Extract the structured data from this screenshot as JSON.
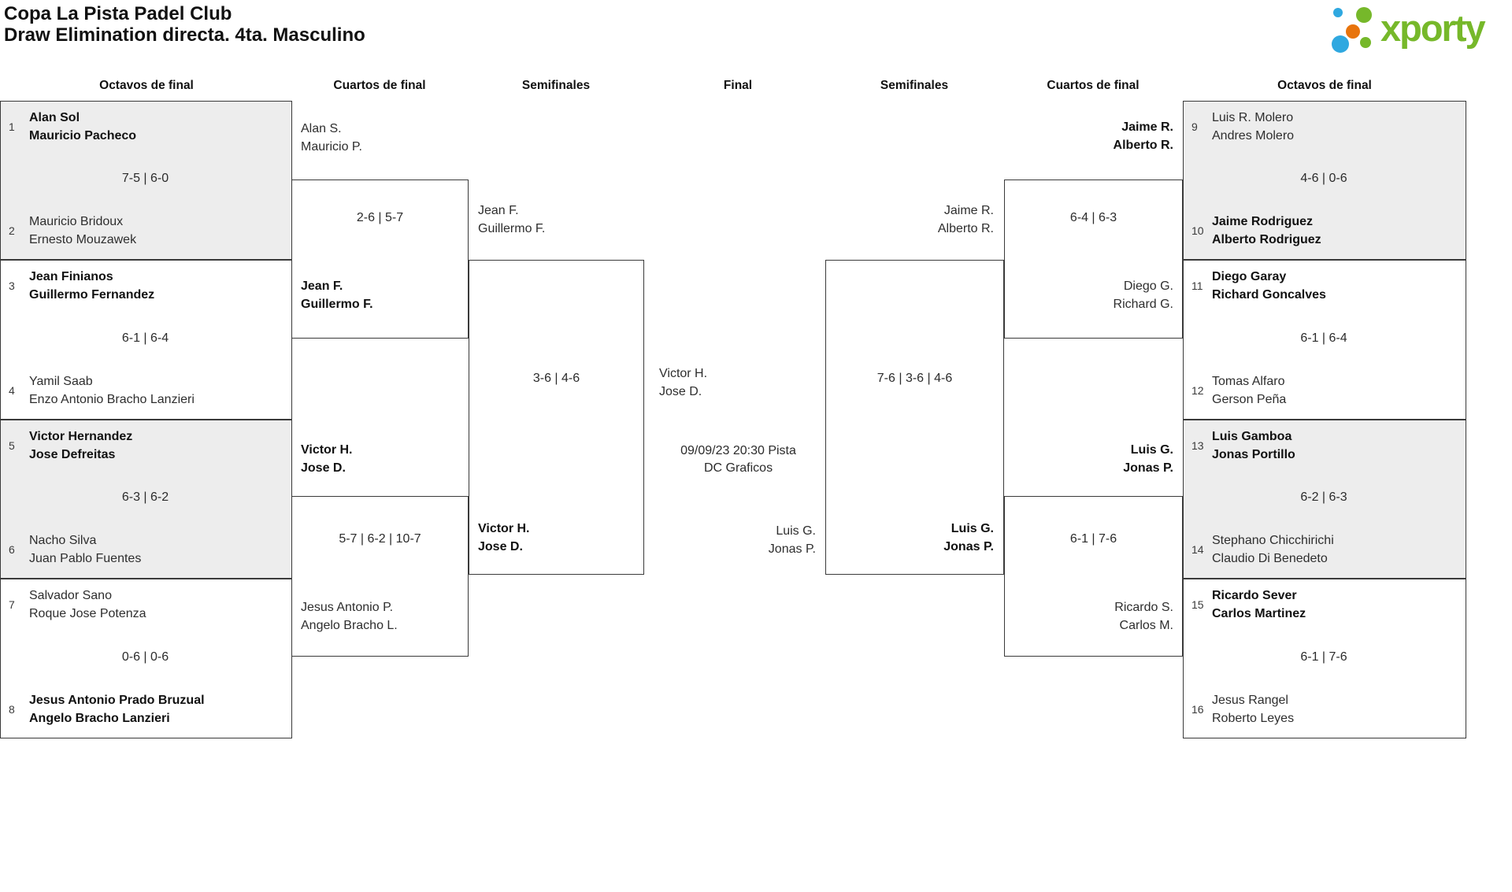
{
  "title": {
    "line1": "Copa La Pista Padel Club",
    "line2": "Draw Elimination directa. 4ta. Masculino"
  },
  "logo": {
    "brand": "xporty",
    "colors": {
      "green": "#76b82a",
      "blue": "#2fa8e0",
      "orange": "#e8740c"
    }
  },
  "style_colors": {
    "box_fill_gray": "#ededed",
    "box_border": "#3a3a3a"
  },
  "rounds": [
    "Octavos de final",
    "Cuartos de final",
    "Semifinales",
    "Final",
    "Semifinales",
    "Cuartos de final",
    "Octavos de final"
  ],
  "first_round_left": [
    {
      "seed_top": "1",
      "top": [
        "Alan Sol",
        "Mauricio Pacheco"
      ],
      "score": "7-5 | 6-0",
      "seed_bottom": "2",
      "bottom": [
        "Mauricio Bridoux",
        "Ernesto Mouzawek"
      ],
      "winner": "top"
    },
    {
      "seed_top": "3",
      "top": [
        "Jean Finianos",
        "Guillermo Fernandez"
      ],
      "score": "6-1 | 6-4",
      "seed_bottom": "4",
      "bottom": [
        "Yamil Saab",
        "Enzo Antonio Bracho Lanzieri"
      ],
      "winner": "top"
    },
    {
      "seed_top": "5",
      "top": [
        "Victor Hernandez",
        "Jose Defreitas"
      ],
      "score": "6-3 | 6-2",
      "seed_bottom": "6",
      "bottom": [
        "Nacho Silva",
        "Juan Pablo Fuentes"
      ],
      "winner": "top"
    },
    {
      "seed_top": "7",
      "top": [
        "Salvador Sano",
        "Roque Jose Potenza"
      ],
      "score": "0-6 | 0-6",
      "seed_bottom": "8",
      "bottom": [
        "Jesus Antonio Prado Bruzual",
        "Angelo Bracho Lanzieri"
      ],
      "winner": "bottom"
    }
  ],
  "first_round_right": [
    {
      "seed_top": "9",
      "top": [
        "Luis R. Molero",
        "Andres Molero"
      ],
      "score": "4-6 | 0-6",
      "seed_bottom": "10",
      "bottom": [
        "Jaime Rodriguez",
        "Alberto Rodriguez"
      ],
      "winner": "bottom"
    },
    {
      "seed_top": "11",
      "top": [
        "Diego Garay",
        "Richard Goncalves"
      ],
      "score": "6-1 | 6-4",
      "seed_bottom": "12",
      "bottom": [
        "Tomas Alfaro",
        "Gerson Peña"
      ],
      "winner": "top"
    },
    {
      "seed_top": "13",
      "top": [
        "Luis Gamboa",
        "Jonas Portillo"
      ],
      "score": "6-2 | 6-3",
      "seed_bottom": "14",
      "bottom": [
        "Stephano Chicchirichi",
        "Claudio Di Benedeto"
      ],
      "winner": "top"
    },
    {
      "seed_top": "15",
      "top": [
        "Ricardo Sever",
        "Carlos Martinez"
      ],
      "score": "6-1 | 7-6",
      "seed_bottom": "16",
      "bottom": [
        "Jesus Rangel",
        "Roberto Leyes"
      ],
      "winner": "top"
    }
  ],
  "quarterfinals_left": [
    {
      "top": [
        "Alan S.",
        "Mauricio P."
      ],
      "score": "2-6 | 5-7",
      "bottom": [
        "Jean F.",
        "Guillermo F."
      ],
      "winner": "bottom"
    },
    {
      "top": [
        "Victor H.",
        "Jose D."
      ],
      "score": "5-7 | 6-2 | 10-7",
      "bottom": [
        "Jesus Antonio P.",
        "Angelo Bracho L."
      ],
      "winner": "top"
    }
  ],
  "quarterfinals_right": [
    {
      "top": [
        "Jaime R.",
        "Alberto R."
      ],
      "score": "6-4 | 6-3",
      "bottom": [
        "Diego G.",
        "Richard G."
      ],
      "winner": "top"
    },
    {
      "top": [
        "Luis G.",
        "Jonas P."
      ],
      "score": "6-1 | 7-6",
      "bottom": [
        "Ricardo S.",
        "Carlos M."
      ],
      "winner": "top"
    }
  ],
  "semifinal_left": {
    "top": [
      "Jean F.",
      "Guillermo F."
    ],
    "score": "3-6 | 4-6",
    "bottom": [
      "Victor H.",
      "Jose D."
    ],
    "winner": "bottom"
  },
  "semifinal_right": {
    "top": [
      "Jaime R.",
      "Alberto R."
    ],
    "score": "7-6 | 3-6 | 4-6",
    "bottom": [
      "Luis G.",
      "Jonas P."
    ],
    "winner": "bottom"
  },
  "final": {
    "top": [
      "Victor H.",
      "Jose D."
    ],
    "info": [
      "09/09/23 20:30 Pista",
      "DC Graficos"
    ],
    "bottom": [
      "Luis G.",
      "Jonas P."
    ]
  }
}
